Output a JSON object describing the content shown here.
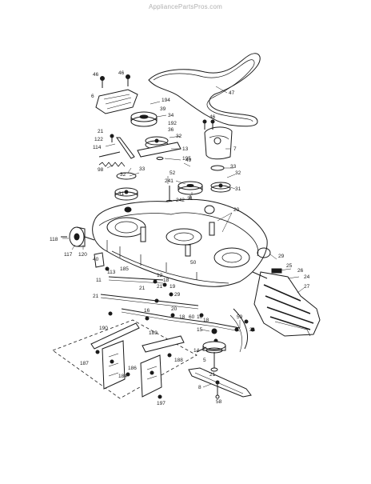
{
  "watermark": "AppliancePartsPros.com",
  "colors": {
    "ink": "#1a1a1a",
    "paper": "#ffffff",
    "watermark": "#b0b0b0"
  },
  "callouts": {
    "belt": "47",
    "bolt_top_a": "46",
    "bolt_top_b": "46",
    "shield_left": "6",
    "bolt_194": "194",
    "pulley_39": "39",
    "washer_34": "34",
    "nut_192": "192",
    "nut_36": "36",
    "idler_32_top": "32",
    "bolt_21_top": "21",
    "bolt_122": "122",
    "arm_114": "114",
    "pulley_13": "13",
    "washer_195": "195",
    "spring_98": "98",
    "bolt_46_right": "46",
    "cover_7": "7",
    "nut_49": "49",
    "washer_33_r": "33",
    "pulley_32_left": "32",
    "washer_33_l": "33",
    "pulley_52": "52",
    "pulley_32_right": "32",
    "spacer_241": "241",
    "pulley_31_left": "31",
    "pulley_31_mid": "31",
    "pulley_31_right": "31",
    "nut_242": "242",
    "bolt_20": "20",
    "bolt_118": "118",
    "wheel_117": "117",
    "spacer_120": "120",
    "bracket_40": "40",
    "bolt_113": "113",
    "nut_185": "185",
    "link_12": "12",
    "link_11": "11",
    "link_21_a": "21",
    "link_21_b": "21",
    "bolt_18_a": "18",
    "bolt_19": "19",
    "nut_29": "29",
    "bracket_50": "50",
    "deflector_29": "29",
    "chute_25": "25",
    "chute_26": "26",
    "chute_24": "24",
    "chute_27": "27",
    "rod_21_left": "21",
    "rod_16": "16",
    "rod_20": "20",
    "rod_18": "18",
    "rod_60": "60",
    "rod_10": "10",
    "rod_59": "59",
    "rod_18_b": "18",
    "spindle_15": "15",
    "spindle_14": "14",
    "spindle_5": "5",
    "spindle_21": "21",
    "blade_8": "8",
    "bolt_58": "58",
    "nut_21_r": "21",
    "gauge_190": "190",
    "gauge_189": "189",
    "gauge_187": "187",
    "gauge_184": "184",
    "gauge_186": "186",
    "gauge_188": "188",
    "gauge_197": "197"
  }
}
